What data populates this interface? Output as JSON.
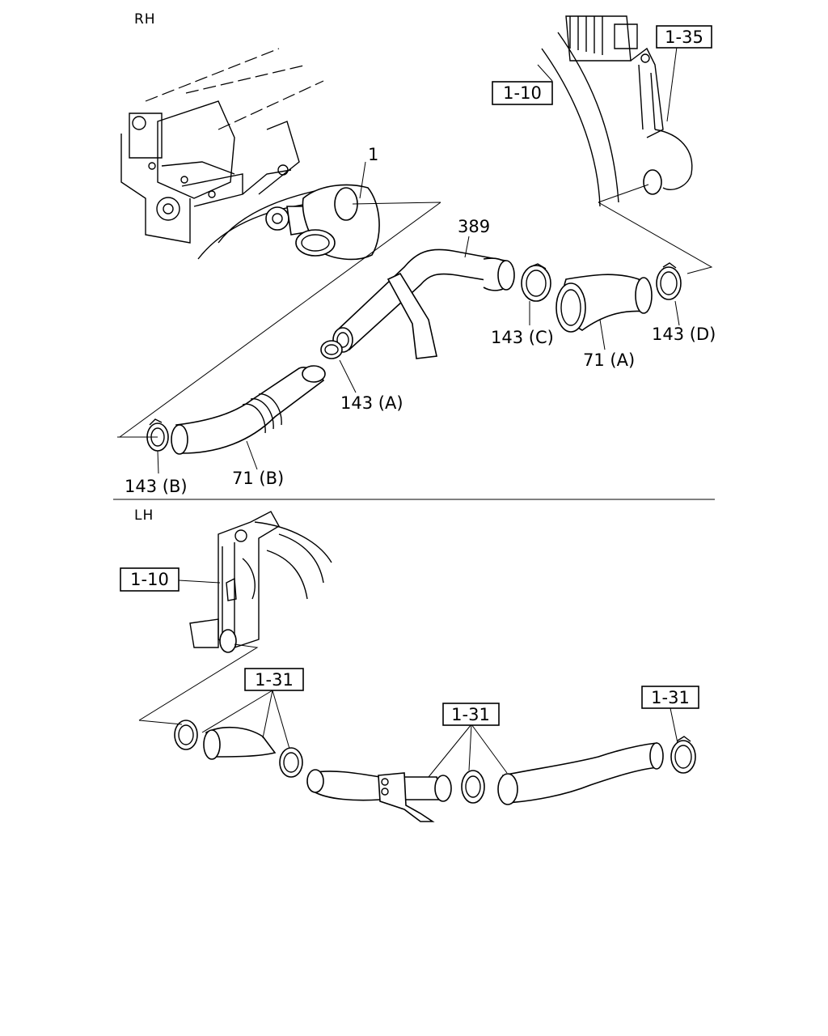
{
  "sections": {
    "rh": "RH",
    "lh": "LH"
  },
  "rh_labels": {
    "p1": "1",
    "p389": "389",
    "c143a": "143 (A)",
    "c143b": "143 (B)",
    "c143c": "143 (C)",
    "c143d": "143 (D)",
    "h71a": "71 (A)",
    "h71b": "71 (B)"
  },
  "refs": {
    "rh_1_35": "1-35",
    "rh_1_10": "1-10",
    "lh_1_10": "1-10",
    "lh_1_31_a": "1-31",
    "lh_1_31_b": "1-31",
    "lh_1_31_c": "1-31"
  }
}
